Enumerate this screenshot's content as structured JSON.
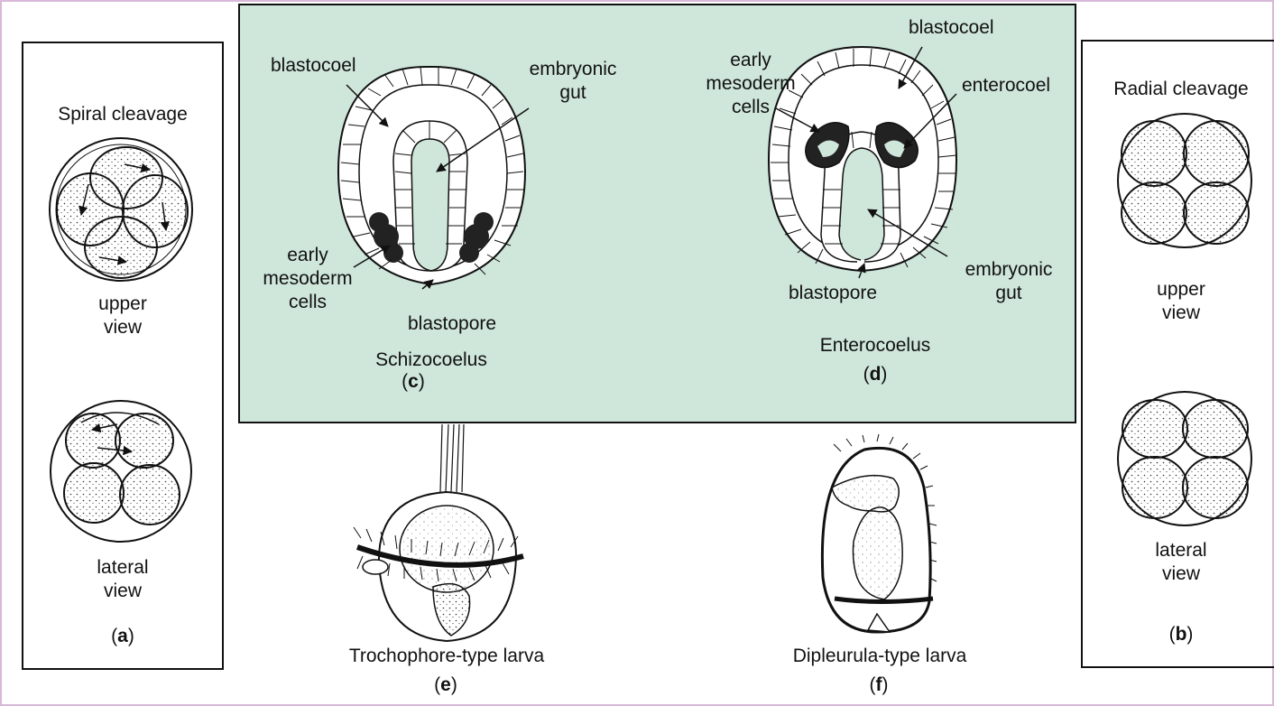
{
  "panel_a": {
    "title": "Spiral cleavage",
    "upper_label": "upper\nview",
    "lateral_label": "lateral\nview",
    "letter_prefix": "(",
    "letter": "a",
    "letter_suffix": ")"
  },
  "panel_b": {
    "title": "Radial cleavage",
    "upper_label": "upper\nview",
    "lateral_label": "lateral\nview",
    "letter_prefix": "(",
    "letter": "b",
    "letter_suffix": ")"
  },
  "panel_c": {
    "blastocoel": "blastocoel",
    "embryonic_gut": "embryonic\ngut",
    "early_mesoderm": "early\nmesoderm\ncells",
    "blastopore": "blastopore",
    "caption": "Schizocoelus",
    "letter_prefix": "(",
    "letter": "c",
    "letter_suffix": ")"
  },
  "panel_d": {
    "blastocoel": "blastocoel",
    "early_mesoderm": "early\nmesoderm\ncells",
    "enterocoel": "enterocoel",
    "embryonic_gut": "embryonic\ngut",
    "blastopore": "blastopore",
    "caption": "Enterocoelus",
    "letter_prefix": "(",
    "letter": "d",
    "letter_suffix": ")"
  },
  "panel_e": {
    "caption": "Trochophore-type larva",
    "letter_prefix": "(",
    "letter": "e",
    "letter_suffix": ")"
  },
  "panel_f": {
    "caption": "Dipleurula-type larva",
    "letter_prefix": "(",
    "letter": "f",
    "letter_suffix": ")"
  },
  "colors": {
    "inset_bg": "#cfe6db",
    "ink": "#111111",
    "frame": "#d9b8d9"
  }
}
